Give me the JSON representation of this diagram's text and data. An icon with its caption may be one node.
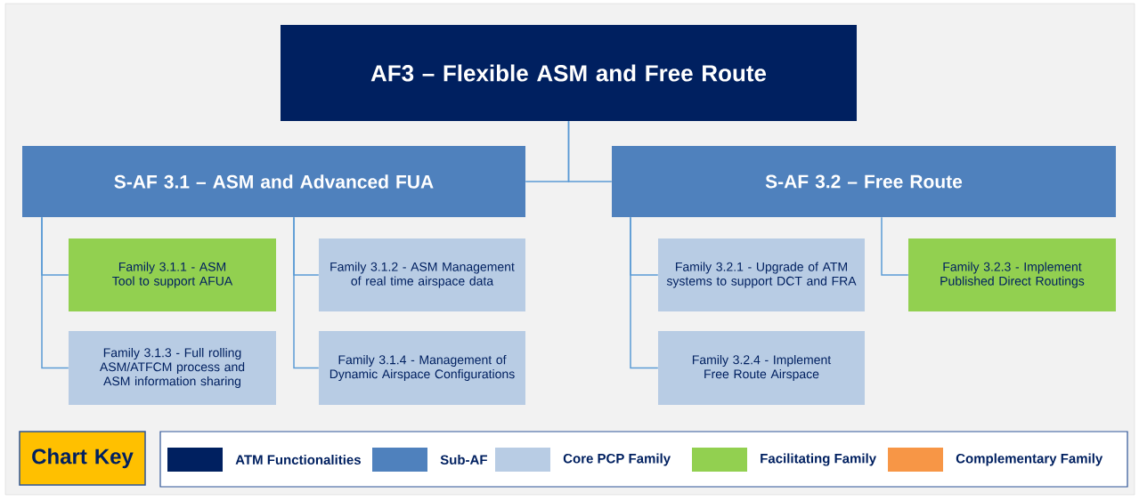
{
  "diagram": {
    "nodes": [
      {
        "text": [
          "AF3 – Flexible ASM and Free Route"
        ]
      },
      {
        "text": [
          "S-AF 3.1 – ASM and Advanced FUA"
        ]
      },
      {
        "text": [
          "S-AF 3.2 – Free Route"
        ]
      },
      {
        "text": [
          "Family 3.1.1 - ASM Tool to support AFUA"
        ]
      },
      {
        "text": [
          "Family 3.1.2 - ASM Management of real time airspace data"
        ]
      },
      {
        "text": [
          "Family 3.2.1 - Upgrade of ATM systems to support DCT and FRA"
        ]
      },
      {
        "text": [
          "Family 3.2.3 - Implement Published Direct Routings"
        ]
      },
      {
        "text": [
          "Family 3.1.3 - Full rolling ASM/ATFCM process and ASM information sharing"
        ]
      },
      {
        "text": [
          "Family 3.1.4 - Management of Dynamic Airspace Configurations"
        ]
      },
      {
        "text": [
          "Family 3.2.4 - Implement Free Route Airspace"
        ]
      },
      {
        "text": [
          "Chart Key"
        ]
      }
    ],
    "edges": [
      {
        "from": 0,
        "to": 1,
        "arrow": "none"
      },
      {
        "from": 0,
        "to": 2,
        "arrow": "none"
      },
      {
        "from": 1,
        "to": 3,
        "arrow": "none"
      },
      {
        "from": 1,
        "to": 7,
        "arrow": "none"
      },
      {
        "from": 1,
        "to": 4,
        "arrow": "none"
      },
      {
        "from": 1,
        "to": 8,
        "arrow": "none"
      },
      {
        "from": 2,
        "to": 5,
        "arrow": "none"
      },
      {
        "from": 2,
        "to": 9,
        "arrow": "none"
      },
      {
        "from": 2,
        "to": 6,
        "arrow": "none"
      }
    ],
    "legend": [
      {
        "text": "ATM Functionalities",
        "color": "#002060"
      },
      {
        "text": "Sub-AF",
        "color": "#4f81bd"
      },
      {
        "text": "Core PCP Family",
        "color": "#b8cce4"
      },
      {
        "text": "Facilitating Family",
        "color": "#92d050"
      },
      {
        "text": "Complementary Family",
        "color": "#f79646"
      }
    ]
  }
}
